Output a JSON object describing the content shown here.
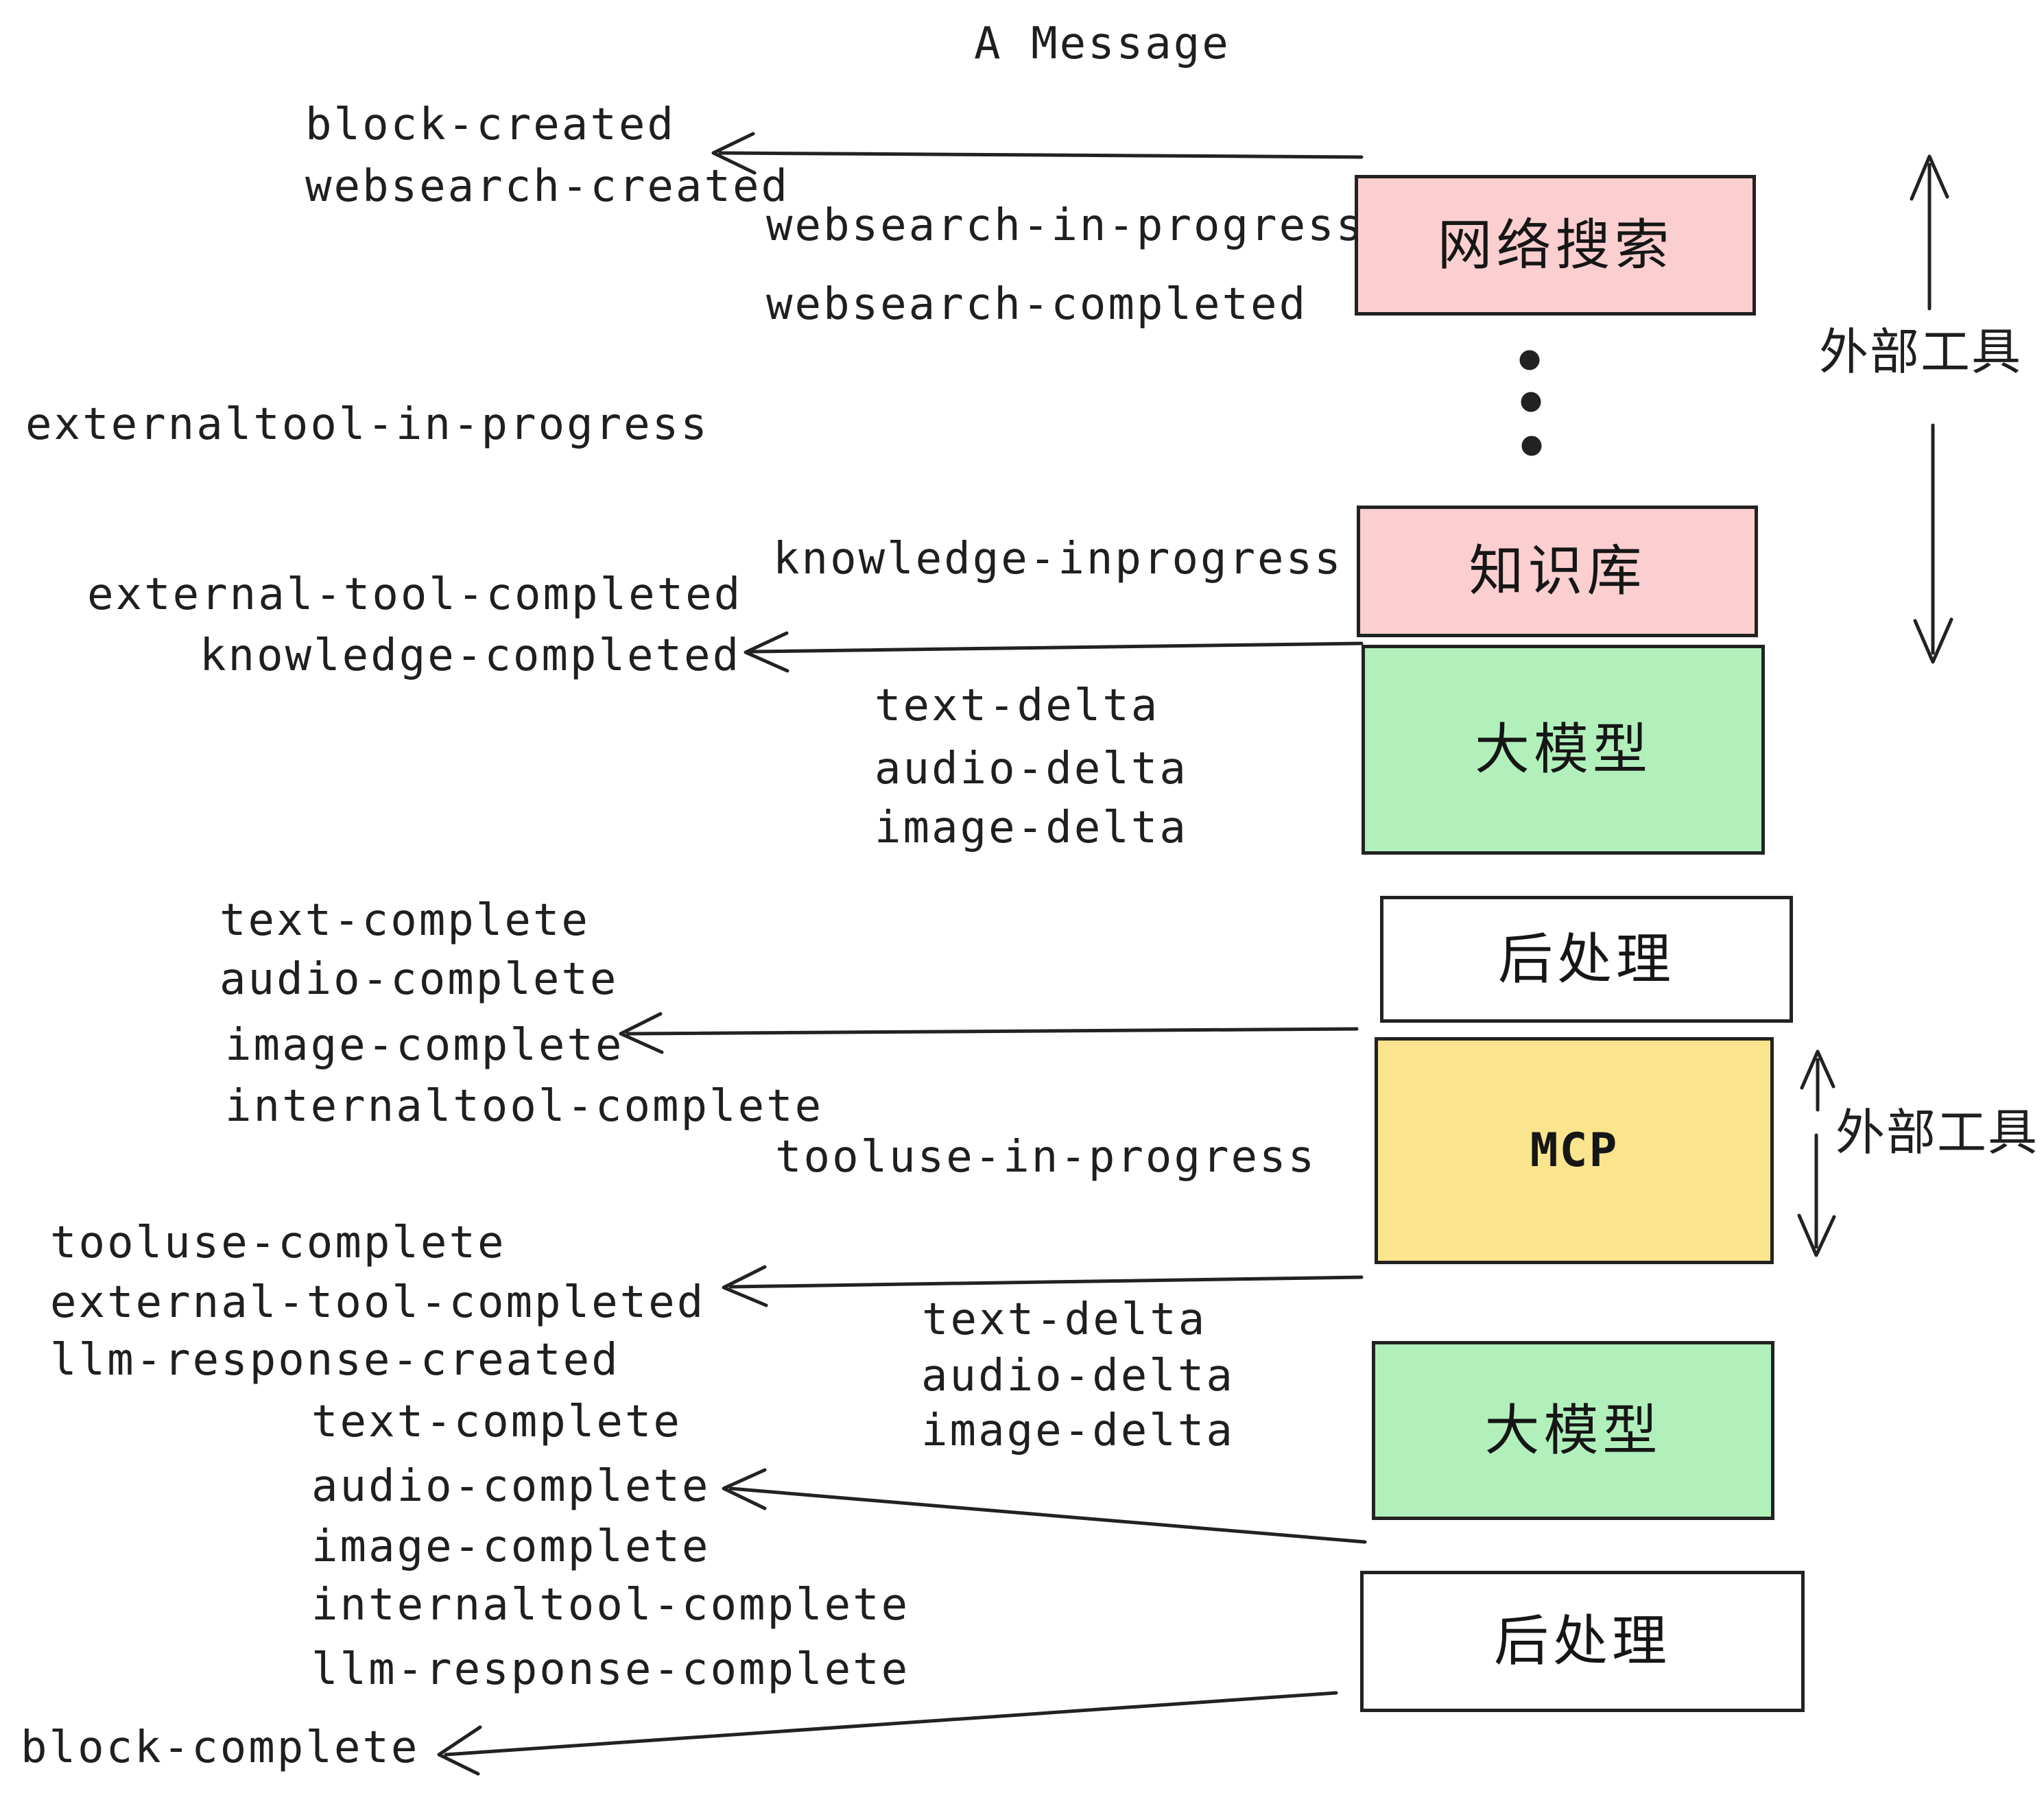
{
  "title": "A Message",
  "labels": {
    "block_created": "block-created",
    "websearch_created": "websearch-created",
    "websearch_in_progress": "websearch-in-progress",
    "websearch_completed": "websearch-completed",
    "externaltool_in_progress": "externaltool-in-progress",
    "knowledge_inprogress": "knowledge-inprogress",
    "external_tool_completed": "external-tool-completed",
    "knowledge_completed": "knowledge-completed",
    "text_delta": "text-delta",
    "audio_delta": "audio-delta",
    "image_delta": "image-delta",
    "text_complete": "text-complete",
    "audio_complete": "audio-complete",
    "image_complete": "image-complete",
    "internaltool_complete": "internaltool-complete",
    "tooluse_in_progress": "tooluse-in-progress",
    "tooluse_complete": "tooluse-complete",
    "llm_response_created": "llm-response-created",
    "llm_response_complete": "llm-response-complete",
    "block_complete": "block-complete"
  },
  "boxes": {
    "websearch": "网络搜索",
    "knowledge": "知识库",
    "llm": "大模型",
    "postprocess": "后处理",
    "mcp": "MCP"
  },
  "side_labels": {
    "external_tools": "外部工具"
  },
  "colors": {
    "pink": "#FBCFCF",
    "green": "#B2F0BB",
    "yellow": "#FAE58E",
    "white": "#FFFFFF",
    "ink": "#1F1F1F"
  }
}
